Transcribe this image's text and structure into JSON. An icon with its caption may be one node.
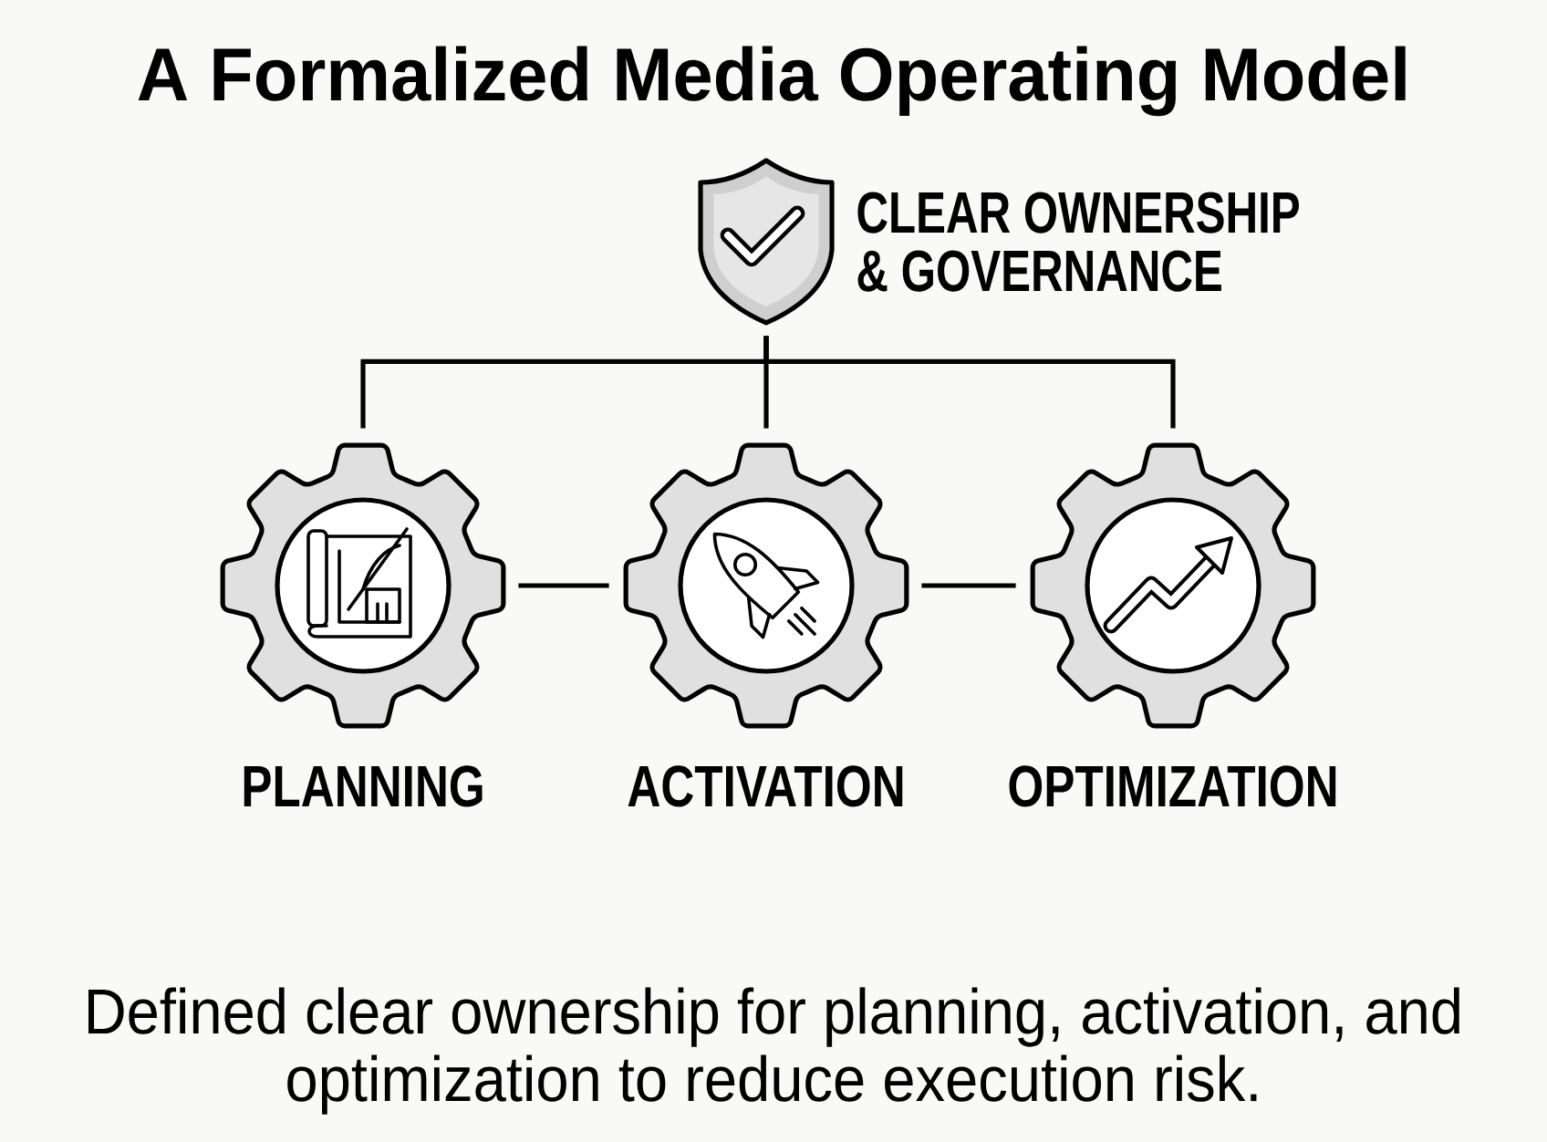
{
  "diagram": {
    "title": "A Formalized Media Operating Model",
    "caption": "Defined clear ownership for planning, activation, and optimization to reduce execution risk.",
    "nodes": [
      {
        "text": [
          "CLEAR OWNERSHIP & GOVERNANCE"
        ]
      },
      {
        "text": [
          "PLANNING"
        ]
      },
      {
        "text": [
          "ACTIVATION"
        ]
      },
      {
        "text": [
          "OPTIMIZATION"
        ]
      }
    ],
    "edges": [
      {
        "from": 0,
        "to": 1,
        "arrow": "none"
      },
      {
        "from": 0,
        "to": 2,
        "arrow": "none"
      },
      {
        "from": 0,
        "to": 3,
        "arrow": "none"
      },
      {
        "from": 1,
        "to": 2,
        "arrow": "none"
      },
      {
        "from": 2,
        "to": 3,
        "arrow": "none"
      }
    ]
  }
}
